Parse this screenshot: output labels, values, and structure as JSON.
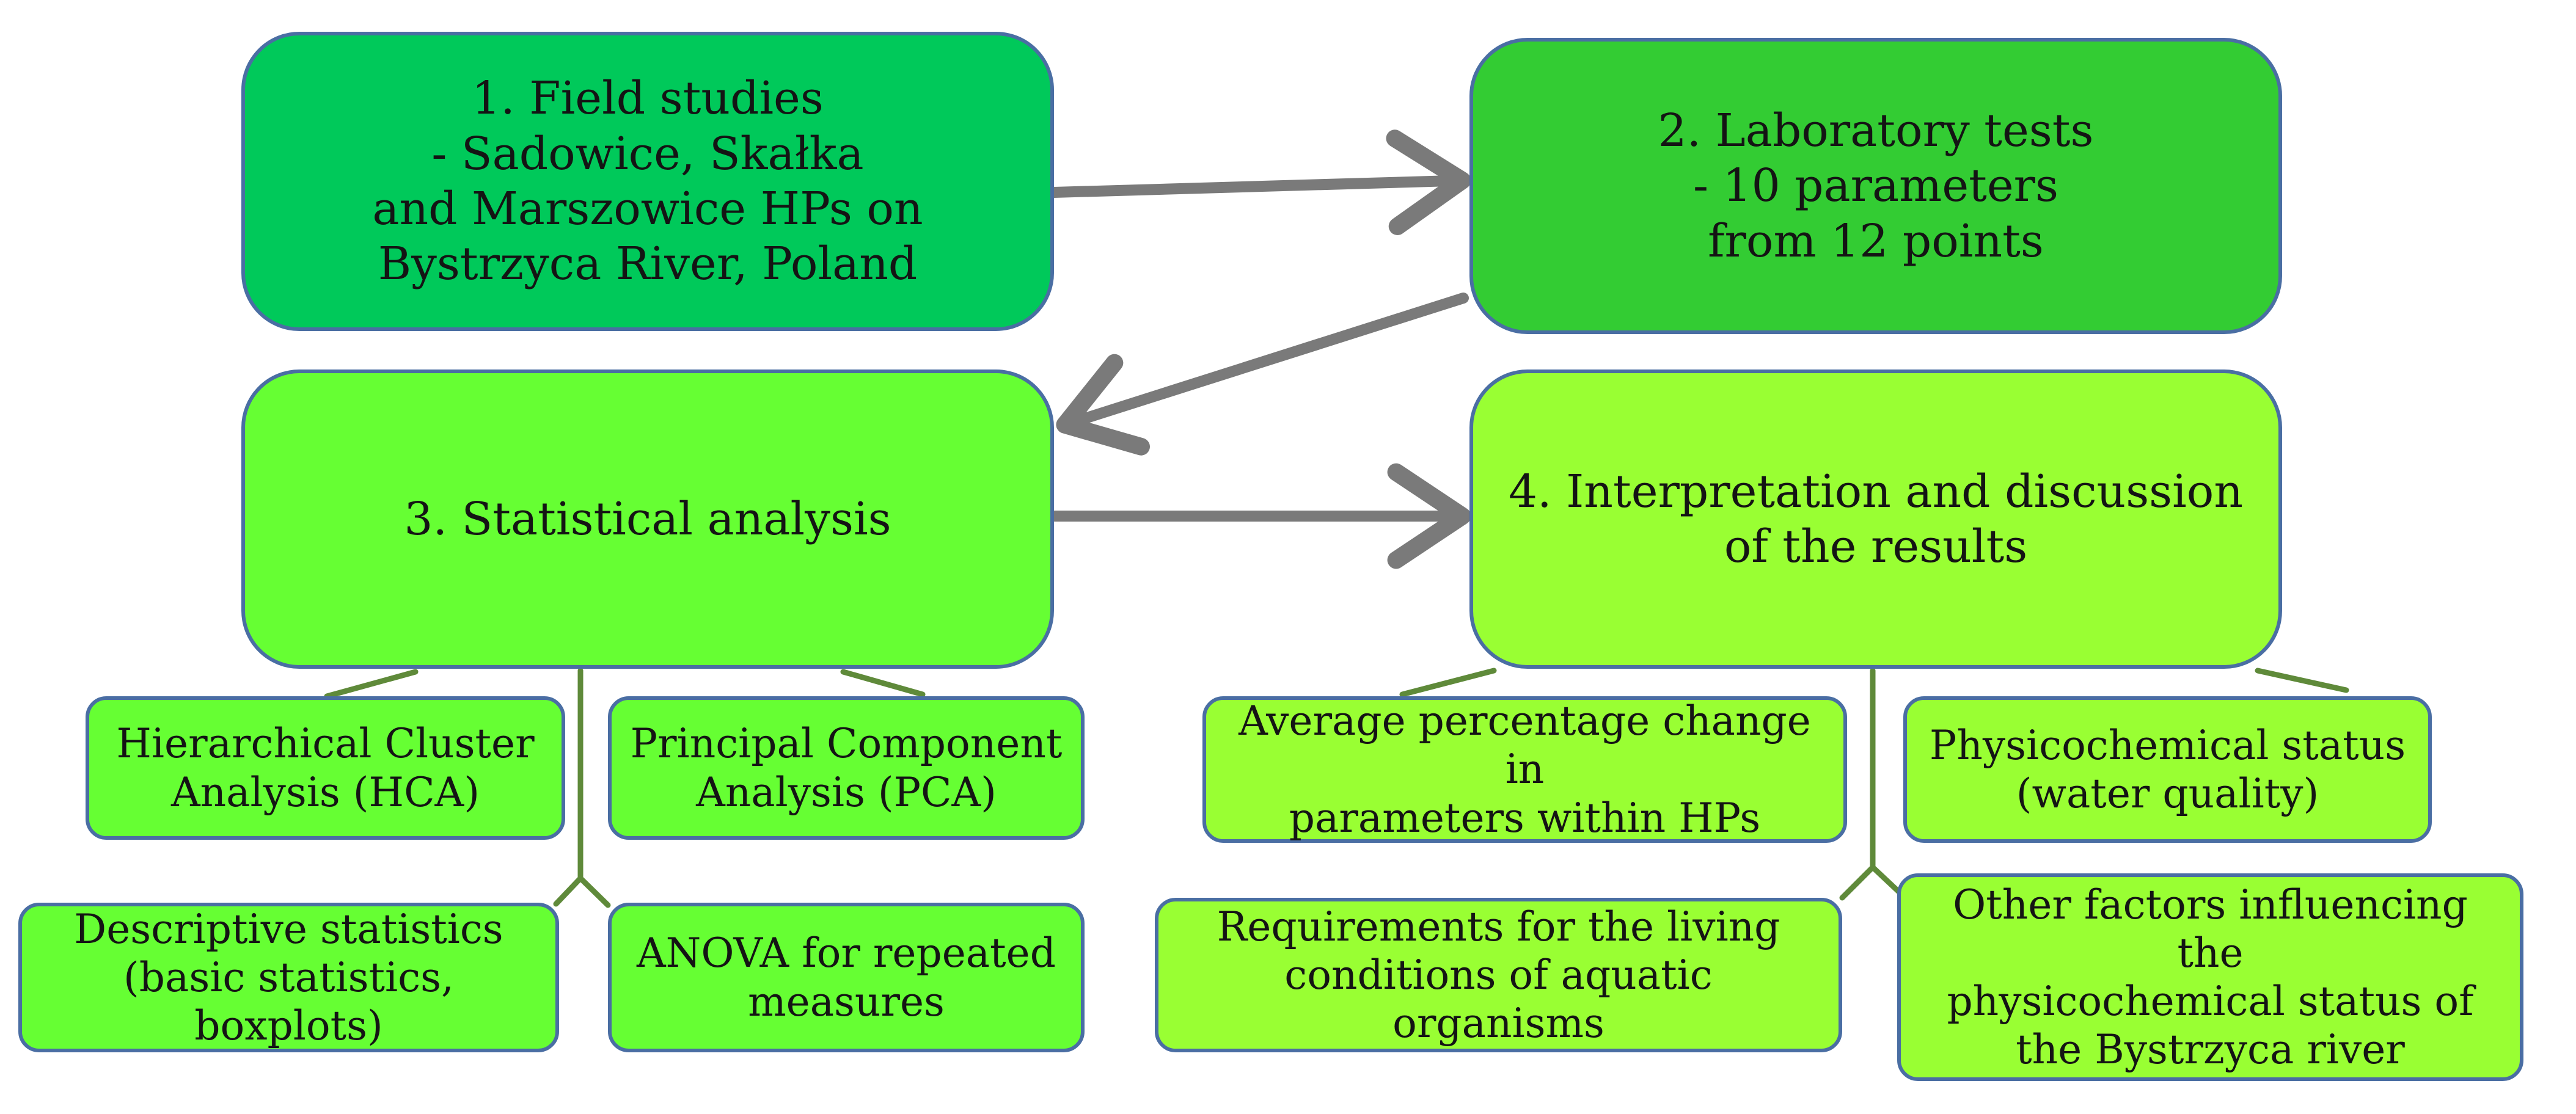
{
  "nodes": {
    "field": "1. Field studies\n- Sadowice, Skałka\nand Marszowice HPs on\nBystrzyca River, Poland",
    "lab": "2. Laboratory tests\n- 10 parameters\nfrom 12 points",
    "stat": "3. Statistical analysis",
    "interp": "4. Interpretation and discussion\nof the results",
    "hca": "Hierarchical Cluster\nAnalysis (HCA)",
    "pca": "Principal Component\nAnalysis (PCA)",
    "desc": "Descriptive statistics\n(basic statistics, boxplots)",
    "anova": "ANOVA for repeated\nmeasures",
    "avg_change": "Average percentage change in\nparameters within HPs",
    "physchem": "Physicochemical status\n(water quality)",
    "requirements": "Requirements for the living\nconditions of aquatic organisms",
    "other_factors": "Other factors influencing the\nphysicochemical status of\nthe Bystrzyca river"
  },
  "colors": {
    "border": "#4a6ea3",
    "arrow": "#7a7a7a",
    "connector": "#5f8a3a",
    "field": "#00c95a",
    "lab": "#33cc33",
    "stat": "#66ff33",
    "interp": "#99ff33"
  }
}
